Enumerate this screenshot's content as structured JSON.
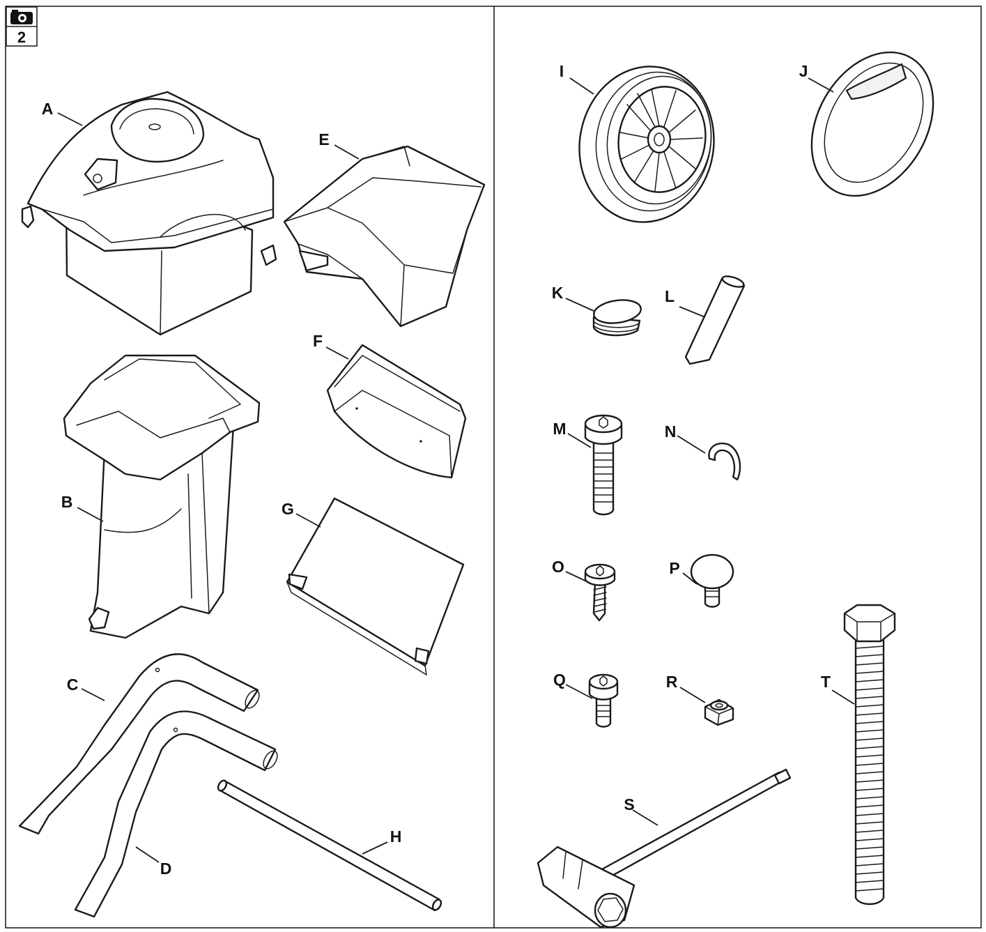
{
  "badge": {
    "icon": "camera-icon",
    "number": "2"
  },
  "labels": {
    "A": "A",
    "B": "B",
    "C": "C",
    "D": "D",
    "E": "E",
    "F": "F",
    "G": "G",
    "H": "H",
    "I": "I",
    "J": "J",
    "K": "K",
    "L": "L",
    "M": "M",
    "N": "N",
    "O": "O",
    "P": "P",
    "Q": "Q",
    "R": "R",
    "S": "S",
    "T": "T"
  }
}
